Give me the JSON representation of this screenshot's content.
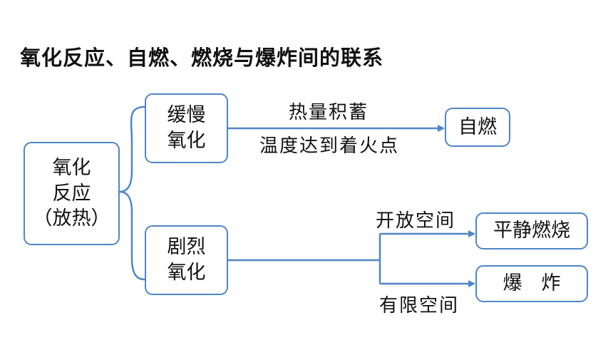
{
  "title": "氧化反应、自燃、燃烧与爆炸间的联系",
  "colors": {
    "box_border": "#4f86c6",
    "connector": "#4f86c6",
    "text": "#111111"
  },
  "nodes": {
    "root": {
      "lines": [
        "氧化",
        "反应",
        "（放热）"
      ]
    },
    "slow": {
      "lines": [
        "缓慢",
        "氧化"
      ]
    },
    "violent": {
      "lines": [
        "剧烈",
        "氧化"
      ]
    },
    "spontaneous": {
      "lines": [
        "自燃"
      ]
    },
    "steady": {
      "lines": [
        "平静燃烧"
      ]
    },
    "explosion": {
      "lines": [
        "爆　炸"
      ]
    }
  },
  "edges": {
    "heat_accumulation": "热量积蓄",
    "reach_ignition": "温度达到着火点",
    "open_space": "开放空间",
    "limited_space": "有限空间"
  }
}
